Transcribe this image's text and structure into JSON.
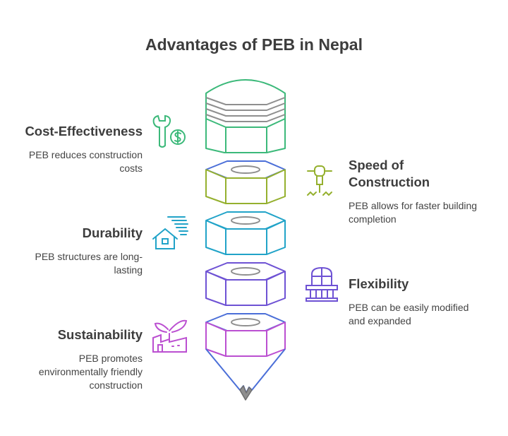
{
  "title": "Advantages of PEB in Nepal",
  "colors": {
    "cost": "#3cb97a",
    "speed": "#95b02e",
    "durability": "#21a3c8",
    "flexibility": "#6e52d4",
    "sustainability": "#bb4fd1",
    "pencil_tip": "#4b6fd8",
    "gray_band": "#9a9a9a"
  },
  "items": [
    {
      "heading": "Cost-Effectiveness",
      "description_lines": [
        "PEB reduces construction",
        "costs"
      ],
      "icon": "wrench-dollar-icon"
    },
    {
      "heading_lines": [
        "Speed of",
        "Construction"
      ],
      "description_lines": [
        "PEB allows for faster building",
        "completion"
      ],
      "icon": "jackhammer-icon"
    },
    {
      "heading": "Durability",
      "description_lines": [
        "PEB structures are long-",
        "lasting"
      ],
      "icon": "house-wind-icon"
    },
    {
      "heading": "Flexibility",
      "description_lines": [
        "PEB can be easily modified",
        "and expanded"
      ],
      "icon": "balcony-window-icon"
    },
    {
      "heading": "Sustainability",
      "description_lines": [
        "PEB promotes",
        "environmentally friendly",
        "construction"
      ],
      "icon": "factory-plant-icon"
    }
  ]
}
